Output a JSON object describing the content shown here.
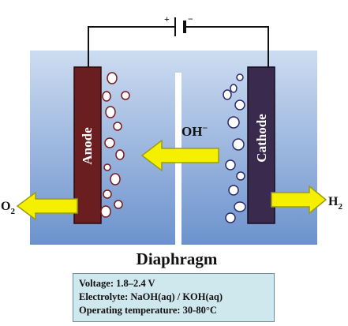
{
  "labels": {
    "anode": "Anode",
    "cathode": "Cathode",
    "hydroxide": "OH",
    "hydroxide_charge": "−",
    "oxygen": "O",
    "oxygen_sub": "2",
    "hydrogen": "H",
    "hydrogen_sub": "2",
    "diaphragm": "Diaphragm",
    "plus": "+",
    "minus": "−"
  },
  "info": {
    "voltage": "Voltage: 1.8–2.4 V",
    "electrolyte": "Electrolyte: NaOH(aq) /  KOH(aq)",
    "temperature": "Operating temperature: 30-80°C"
  },
  "colors": {
    "tank_top": "#c9d9ef",
    "tank_bottom": "#6f95cf",
    "anode": "#6b1e20",
    "cathode": "#3a2a4d",
    "arrow": "#f4f000",
    "arrow_stroke": "#9a9a1a",
    "info_bg": "#cfe8ee"
  },
  "icons": [
    "battery-icon",
    "bubble-icon",
    "arrow-icon"
  ]
}
